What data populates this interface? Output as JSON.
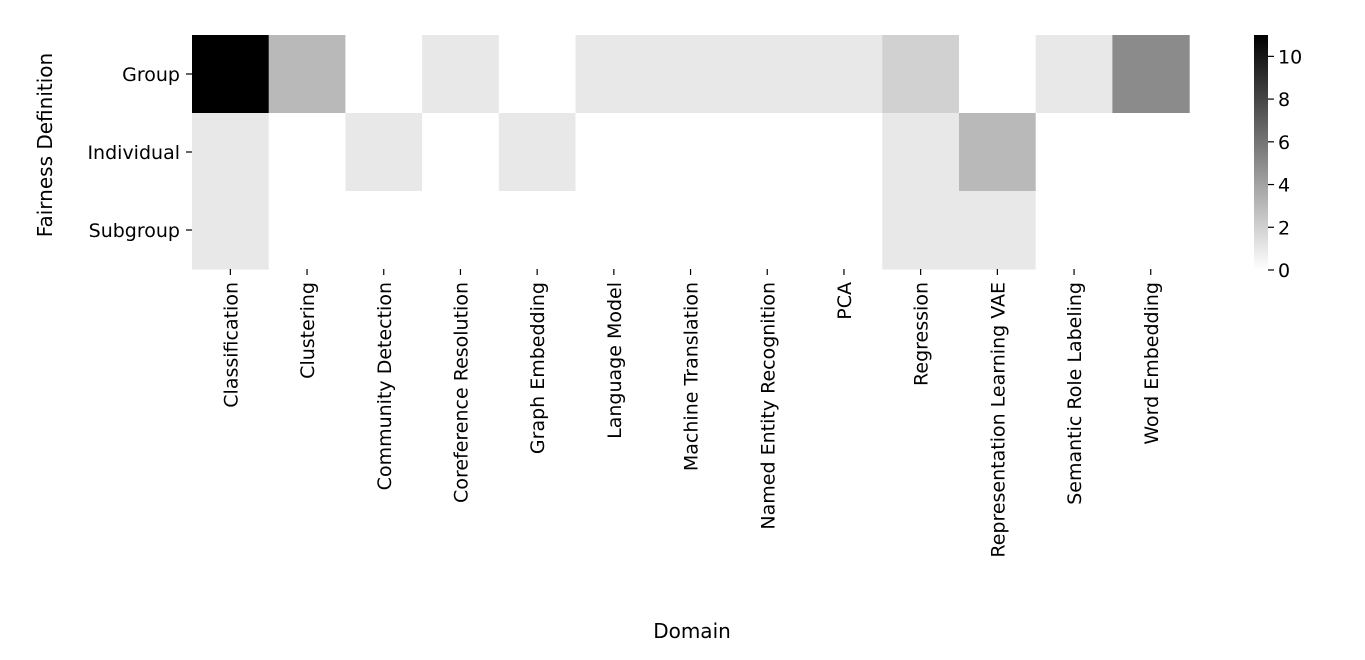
{
  "chart_data": {
    "type": "heatmap",
    "title": "",
    "xlabel": "Domain",
    "ylabel": "Fairness Definition",
    "x_categories": [
      "Classification",
      "Clustering",
      "Community Detection",
      "Coreference Resolution",
      "Graph Embedding",
      "Language Model",
      "Machine Translation",
      "Named Entity Recognition",
      "PCA",
      "Regression",
      "Representation Learning VAE",
      "Semantic Role Labeling",
      "Word Embedding"
    ],
    "y_categories": [
      "Group",
      "Individual",
      "Subgroup"
    ],
    "values": [
      [
        11,
        3,
        0,
        1,
        0,
        1,
        1,
        1,
        1,
        2,
        0,
        1,
        5
      ],
      [
        1,
        0,
        1,
        0,
        1,
        0,
        0,
        0,
        0,
        1,
        3,
        0,
        0
      ],
      [
        1,
        0,
        0,
        0,
        0,
        0,
        0,
        0,
        0,
        1,
        1,
        0,
        0
      ]
    ],
    "colorbar": {
      "min": 0,
      "max": 11,
      "ticks": [
        0,
        2,
        4,
        6,
        8,
        10
      ],
      "colormap": "Greys",
      "low_color": "#ffffff",
      "high_color": "#000000"
    },
    "grid": false,
    "legend": "colorbar-right"
  }
}
